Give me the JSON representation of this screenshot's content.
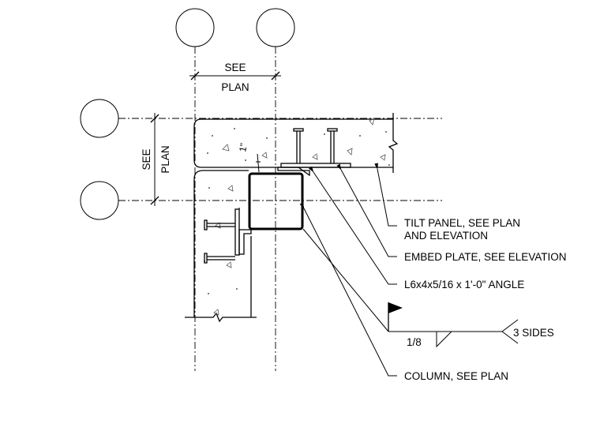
{
  "dimensions": {
    "top": {
      "line1": "SEE",
      "line2": "PLAN"
    },
    "left": {
      "line1": "SEE",
      "line2": "PLAN"
    },
    "gap": "1\""
  },
  "callouts": {
    "tilt_panel": {
      "line1": "TILT PANEL, SEE PLAN",
      "line2": "AND ELEVATION"
    },
    "embed_plate": "EMBED PLATE, SEE ELEVATION",
    "angle": "L6x4x5/16 x 1'-0\" ANGLE",
    "column": "COLUMN, SEE PLAN"
  },
  "weld": {
    "size": "1/8",
    "tail_note": "3 SIDES"
  }
}
